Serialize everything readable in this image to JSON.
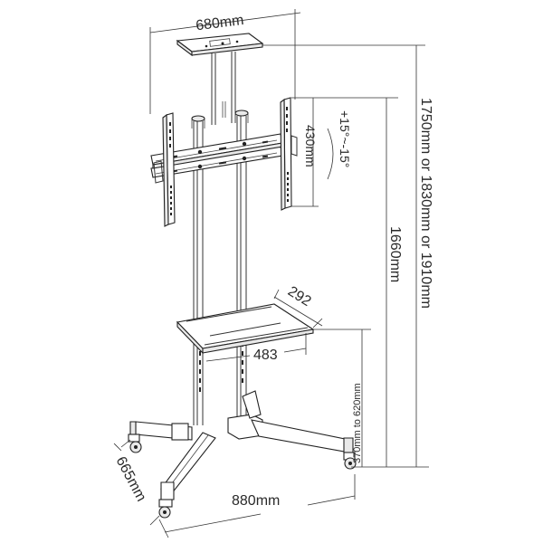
{
  "diagram": {
    "subject": "Mobile TV cart stand with tilting bracket and shelf",
    "colors": {
      "line": "#333333",
      "text": "#2a2a2a",
      "background": "#ffffff"
    },
    "dimensions": {
      "top_plate_width": "680mm",
      "bracket_height": "430mm",
      "tilt_range": "+15°~-15°",
      "total_height": "1750mm or 1830mm or 1910mm",
      "bracket_top_height": "1660mm",
      "shelf_depth": "292",
      "shelf_width": "483",
      "shelf_height_range": "370mm to 620mm",
      "base_width": "880mm",
      "base_depth": "665mm"
    },
    "parts": [
      {
        "name": "top-plate"
      },
      {
        "name": "twin-columns"
      },
      {
        "name": "tilting-tv-bracket"
      },
      {
        "name": "equipment-shelf"
      },
      {
        "name": "tripod-base-with-casters"
      }
    ]
  }
}
